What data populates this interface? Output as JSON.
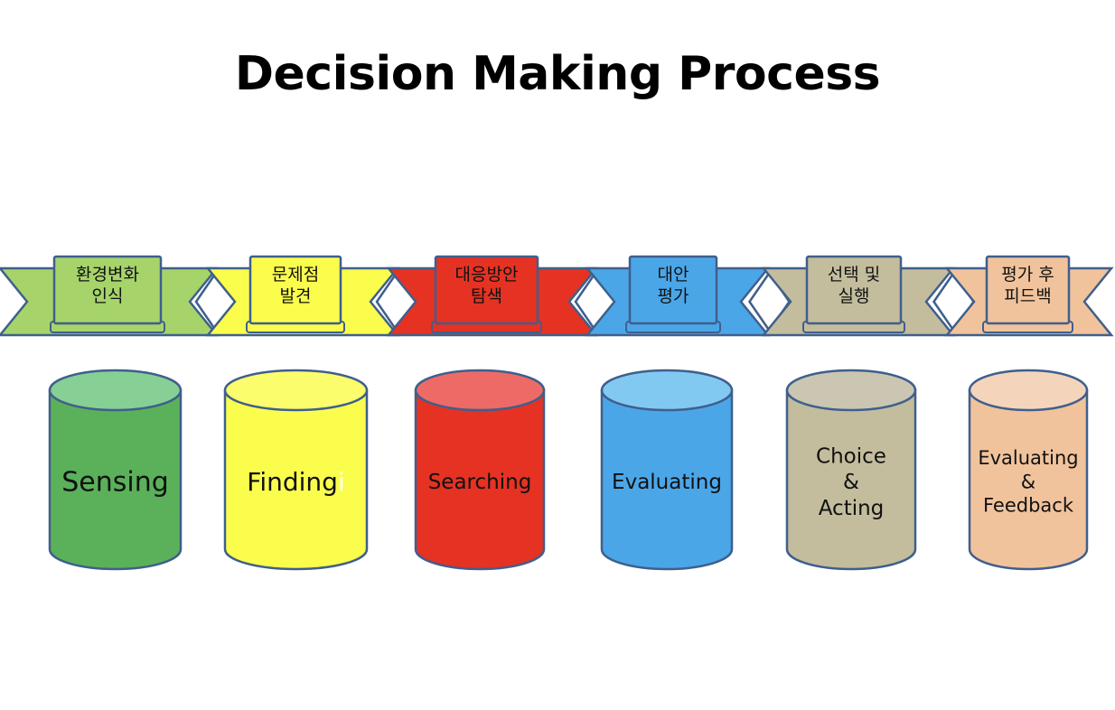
{
  "title": "Decision Making Process",
  "stages": [
    {
      "ribbon_lines": [
        "환경변화",
        "인식"
      ],
      "cylinder_lines": [
        "Sensing"
      ],
      "color": "#5bb15a",
      "top_color": "#86cf95",
      "ribbon_color": "#a6d46a",
      "tab_color": "#a6d46a"
    },
    {
      "ribbon_lines": [
        "문제점",
        "발견"
      ],
      "cylinder_lines": [
        "Finding"
      ],
      "extra_glyph": "i",
      "color": "#fbfd4d",
      "top_color": "#fcfd6c",
      "ribbon_color": "#fbfd4d",
      "tab_color": "#fbfd4d"
    },
    {
      "ribbon_lines": [
        "대응방안",
        "탐색"
      ],
      "cylinder_lines": [
        "Searching"
      ],
      "color": "#e53223",
      "top_color": "#ee6a66",
      "ribbon_color": "#e53223",
      "tab_color": "#e53223"
    },
    {
      "ribbon_lines": [
        "대안",
        "평가"
      ],
      "cylinder_lines": [
        "Evaluating"
      ],
      "color": "#4ba6e8",
      "top_color": "#82c9f2",
      "ribbon_color": "#4ba6e8",
      "tab_color": "#4ba6e8"
    },
    {
      "ribbon_lines": [
        "선택 및",
        "실행"
      ],
      "cylinder_lines": [
        "Choice",
        "&",
        "Acting"
      ],
      "color": "#c3bd9d",
      "top_color": "#cac6b2",
      "ribbon_color": "#c3bd9d",
      "tab_color": "#c3bd9d"
    },
    {
      "ribbon_lines": [
        "평가 후",
        "피드백"
      ],
      "cylinder_lines": [
        "Evaluating",
        "&",
        "Feedback"
      ],
      "color": "#f1c39c",
      "top_color": "#f4d5bc",
      "ribbon_color": "#f1c39c",
      "tab_color": "#f1c39c"
    }
  ],
  "outline_color": "#3f5f8c"
}
